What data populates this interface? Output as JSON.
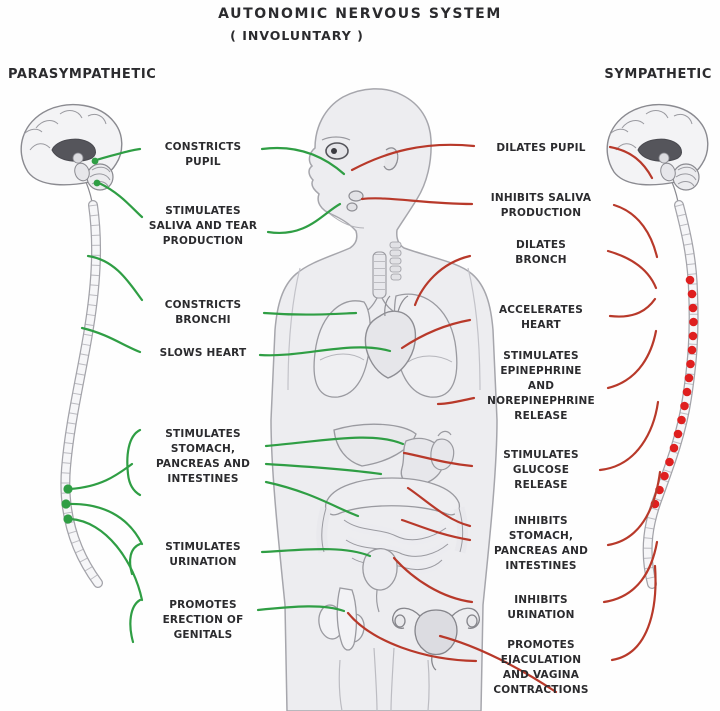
{
  "title": {
    "text": "AUTONOMIC NERVOUS SYSTEM",
    "subtitle": "( INVOLUNTARY )"
  },
  "parasympathetic": {
    "heading": "PARASYMPATHETIC",
    "color": "#2f9e44",
    "labels": [
      {
        "text": "CONSTRICTS\nPUPIL"
      },
      {
        "text": "STIMULATES\nSALIVA AND TEAR\nPRODUCTION"
      },
      {
        "text": "CONSTRICTS\nBRONCHI"
      },
      {
        "text": "SLOWS HEART"
      },
      {
        "text": "STIMULATES\nSTOMACH,\nPANCREAS AND\nINTESTINES"
      },
      {
        "text": "STIMULATES\nURINATION"
      },
      {
        "text": "PROMOTES\nERECTION OF\nGENITALS"
      }
    ]
  },
  "sympathetic": {
    "heading": "SYMPATHETIC",
    "color": "#b8392a",
    "ganglia_color": "#df1f1f",
    "labels": [
      {
        "text": "DILATES PUPIL"
      },
      {
        "text": "INHIBITS SALIVA\nPRODUCTION"
      },
      {
        "text": "DILATES\nBRONCH"
      },
      {
        "text": "ACCELERATES\nHEART"
      },
      {
        "text": "STIMULATES\nEPINEPHRINE\nAND\nNOREPINEPHRINE\nRELEASE"
      },
      {
        "text": "STIMULATES\nGLUCOSE\nRELEASE"
      },
      {
        "text": "INHIBITS\nSTOMACH,\nPANCREAS AND\nINTESTINES"
      },
      {
        "text": "INHIBITS\nURINATION"
      },
      {
        "text": "PROMOTES\nEJACULATION\nAND VAGINA\nCONTRACTIONS"
      }
    ]
  }
}
